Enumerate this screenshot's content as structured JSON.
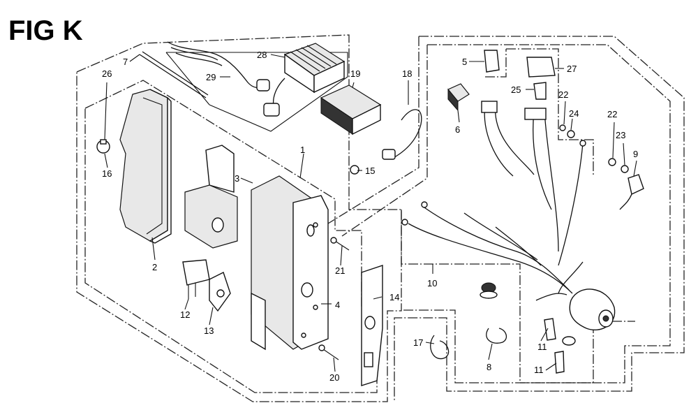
{
  "figure": {
    "title": "FIG K"
  },
  "callouts": [
    {
      "id": "c1",
      "text": "1"
    },
    {
      "id": "c2",
      "text": "2"
    },
    {
      "id": "c3",
      "text": "3"
    },
    {
      "id": "c4",
      "text": "4"
    },
    {
      "id": "c5",
      "text": "5"
    },
    {
      "id": "c6",
      "text": "6"
    },
    {
      "id": "c7",
      "text": "7"
    },
    {
      "id": "c8",
      "text": "8"
    },
    {
      "id": "c9",
      "text": "9"
    },
    {
      "id": "c10",
      "text": "10"
    },
    {
      "id": "c11a",
      "text": "11"
    },
    {
      "id": "c11b",
      "text": "11"
    },
    {
      "id": "c12",
      "text": "12"
    },
    {
      "id": "c13",
      "text": "13"
    },
    {
      "id": "c14",
      "text": "14"
    },
    {
      "id": "c15",
      "text": "15"
    },
    {
      "id": "c16",
      "text": "16"
    },
    {
      "id": "c17",
      "text": "17"
    },
    {
      "id": "c18",
      "text": "18"
    },
    {
      "id": "c19",
      "text": "19"
    },
    {
      "id": "c20",
      "text": "20"
    },
    {
      "id": "c21",
      "text": "21"
    },
    {
      "id": "c22a",
      "text": "22"
    },
    {
      "id": "c22b",
      "text": "22"
    },
    {
      "id": "c23",
      "text": "23"
    },
    {
      "id": "c24",
      "text": "24"
    },
    {
      "id": "c25",
      "text": "25"
    },
    {
      "id": "c26",
      "text": "26"
    },
    {
      "id": "c27",
      "text": "27"
    },
    {
      "id": "c28",
      "text": "28"
    },
    {
      "id": "c29",
      "text": "29"
    }
  ]
}
